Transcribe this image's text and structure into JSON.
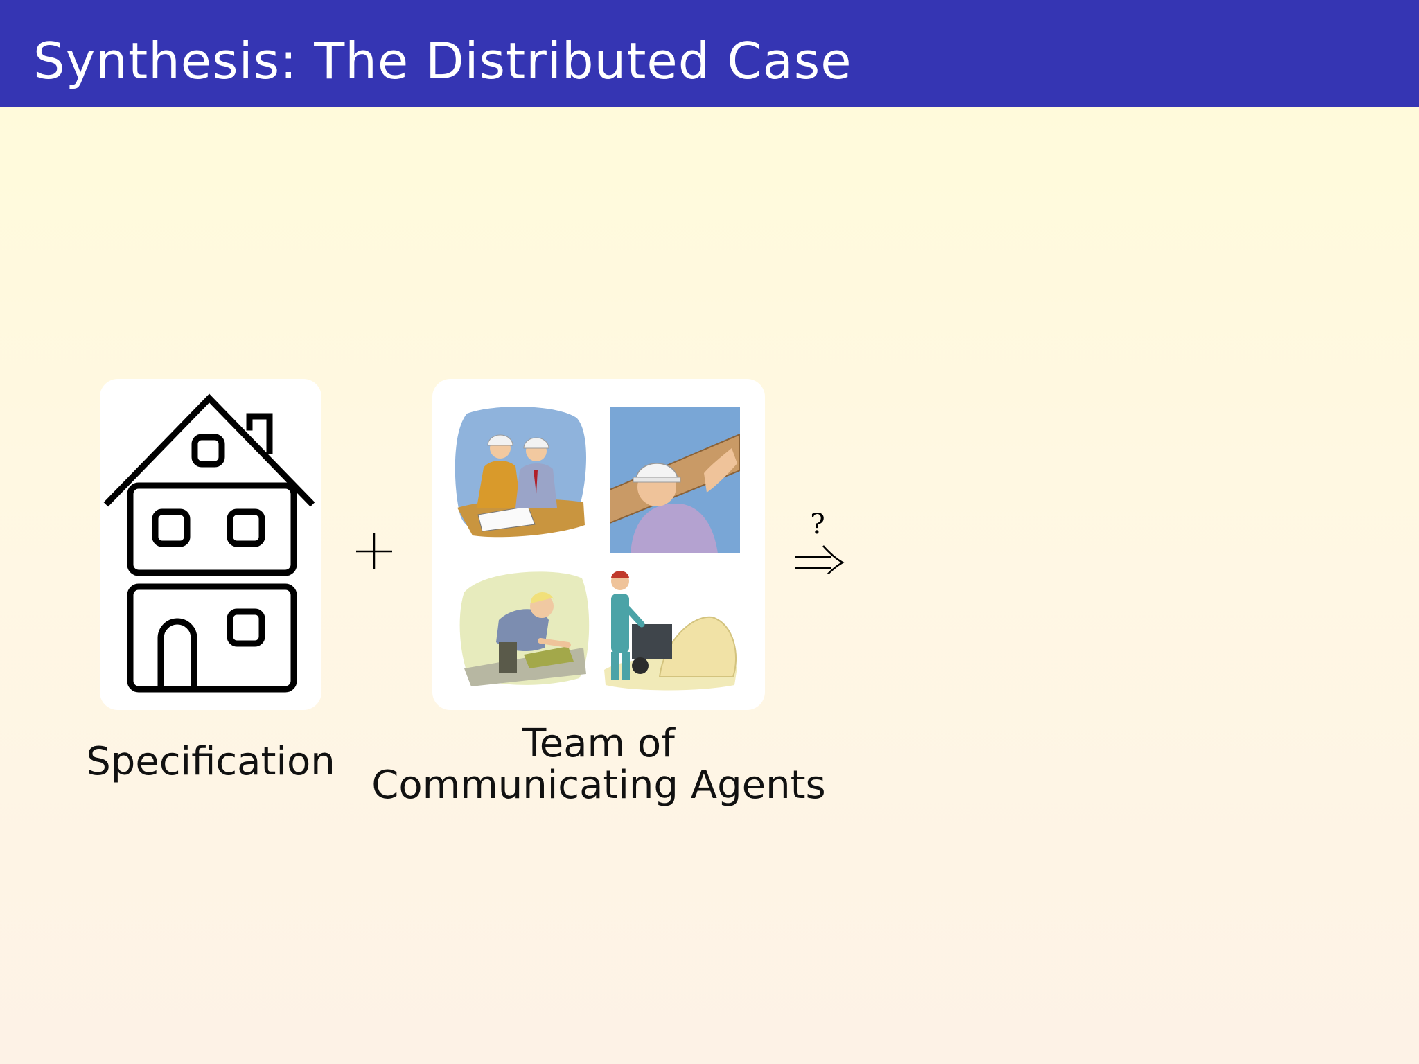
{
  "slide": {
    "title": "Synthesis: The Distributed Case",
    "colors": {
      "title_bar": "#3535b3",
      "title_text": "#ffffff",
      "background_top": "#fffbd9",
      "background_bottom": "#fdf2e6"
    }
  },
  "diagram": {
    "specification": {
      "icon": "house-outline-icon",
      "label": "Specification"
    },
    "operator_plus": "+",
    "team": {
      "label_line_1": "Team of",
      "label_line_2": "Communicating Agents",
      "pictures": [
        "engineers-reviewing-plans-clipart",
        "worker-carrying-beam-clipart",
        "worker-laying-tiles-clipart",
        "worker-with-cement-mixer-clipart"
      ]
    },
    "implication": {
      "arrow": "⇒",
      "question_mark": "?"
    }
  }
}
